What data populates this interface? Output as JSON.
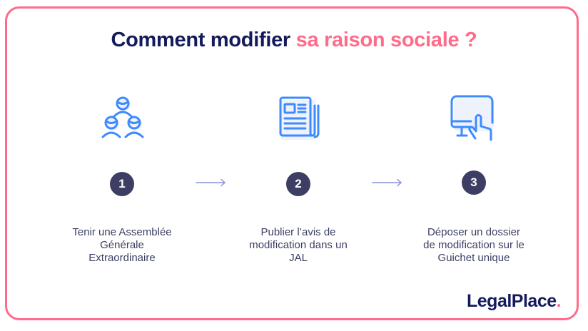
{
  "title": {
    "part1": "Comment modifier",
    "part2": "sa raison sociale ?"
  },
  "steps": [
    {
      "number": "1",
      "icon": "people-group-icon",
      "text_lines": [
        "Tenir une Assemblée",
        "Générale",
        "Extraordinaire"
      ]
    },
    {
      "number": "2",
      "icon": "newspaper-icon",
      "text_lines": [
        "Publier l’avis de",
        "modification dans un",
        "JAL"
      ]
    },
    {
      "number": "3",
      "icon": "computer-touch-icon",
      "text_lines": [
        "Déposer un dossier",
        "de modification sur le",
        "Guichet unique"
      ]
    }
  ],
  "logo": {
    "name": "LegalPlace",
    "dot": "."
  },
  "colors": {
    "navy": "#141a5b",
    "pink": "#ff6b8a",
    "icon_blue": "#3d8bfd",
    "icon_fill": "#eef2fd",
    "circle": "#3c3f63",
    "arrow": "#8b93d6"
  }
}
